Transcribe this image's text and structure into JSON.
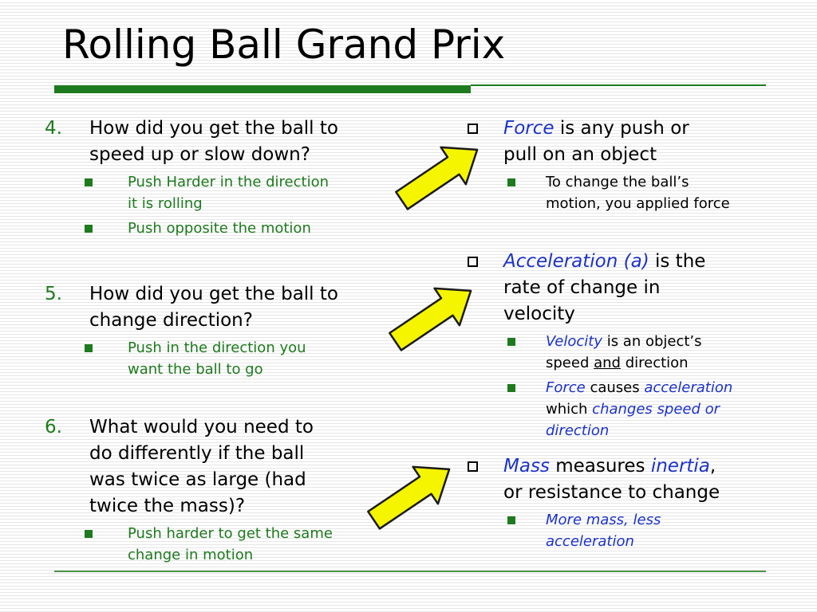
{
  "slide": {
    "title": "Rolling Ball Grand Prix"
  },
  "colors": {
    "accent_green": "#1e7a1e",
    "accent_blue": "#1c32c8",
    "arrow_fill": "#f5f500"
  },
  "left": {
    "q4": {
      "number": "4.",
      "line1": "How did you get the ball to",
      "line2": "speed up or slow down?",
      "sub1_line1": "Push Harder in the direction",
      "sub1_line2": "it is rolling",
      "sub2": "Push opposite the motion"
    },
    "q5": {
      "number": "5.",
      "line1": "How did you get the ball to",
      "line2": "change direction?",
      "sub1_line1": "Push in the direction you",
      "sub1_line2": "want the ball to go"
    },
    "q6": {
      "number": "6.",
      "line1": "What would you need to",
      "line2": "do differently if the ball",
      "line3": "was twice as large (had",
      "line4": "twice the mass)?",
      "sub1_line1": "Push harder to get the same",
      "sub1_line2": "change in motion"
    }
  },
  "right": {
    "force": {
      "term": "Force",
      "rest1": " is any push or",
      "line2": "pull on an object",
      "sub1_line1": "To change the ball’s",
      "sub1_line2": "motion, you applied force"
    },
    "acceleration": {
      "term": "Acceleration (a)",
      "rest1": " is the",
      "line2": "rate of change in",
      "line3": "velocity",
      "sub1_term": "Velocity",
      "sub1_rest1": " is an object’s",
      "sub1_line2_a": "speed ",
      "sub1_line2_and": "and",
      "sub1_line2_b": " direction",
      "sub2_term": "Force",
      "sub2_mid": " causes ",
      "sub2_term2": "acceleration",
      "sub2_line2_a": "which ",
      "sub2_line2_b": "changes speed or",
      "sub2_line3": "direction"
    },
    "mass": {
      "term": "Mass",
      "mid": " measures ",
      "term2": "inertia",
      "comma": ",",
      "line2": "or resistance to change",
      "sub1_line1": "More mass, less",
      "sub1_line2": "acceleration"
    }
  },
  "arrows": {
    "icon": "yellow-arrow-icon"
  }
}
